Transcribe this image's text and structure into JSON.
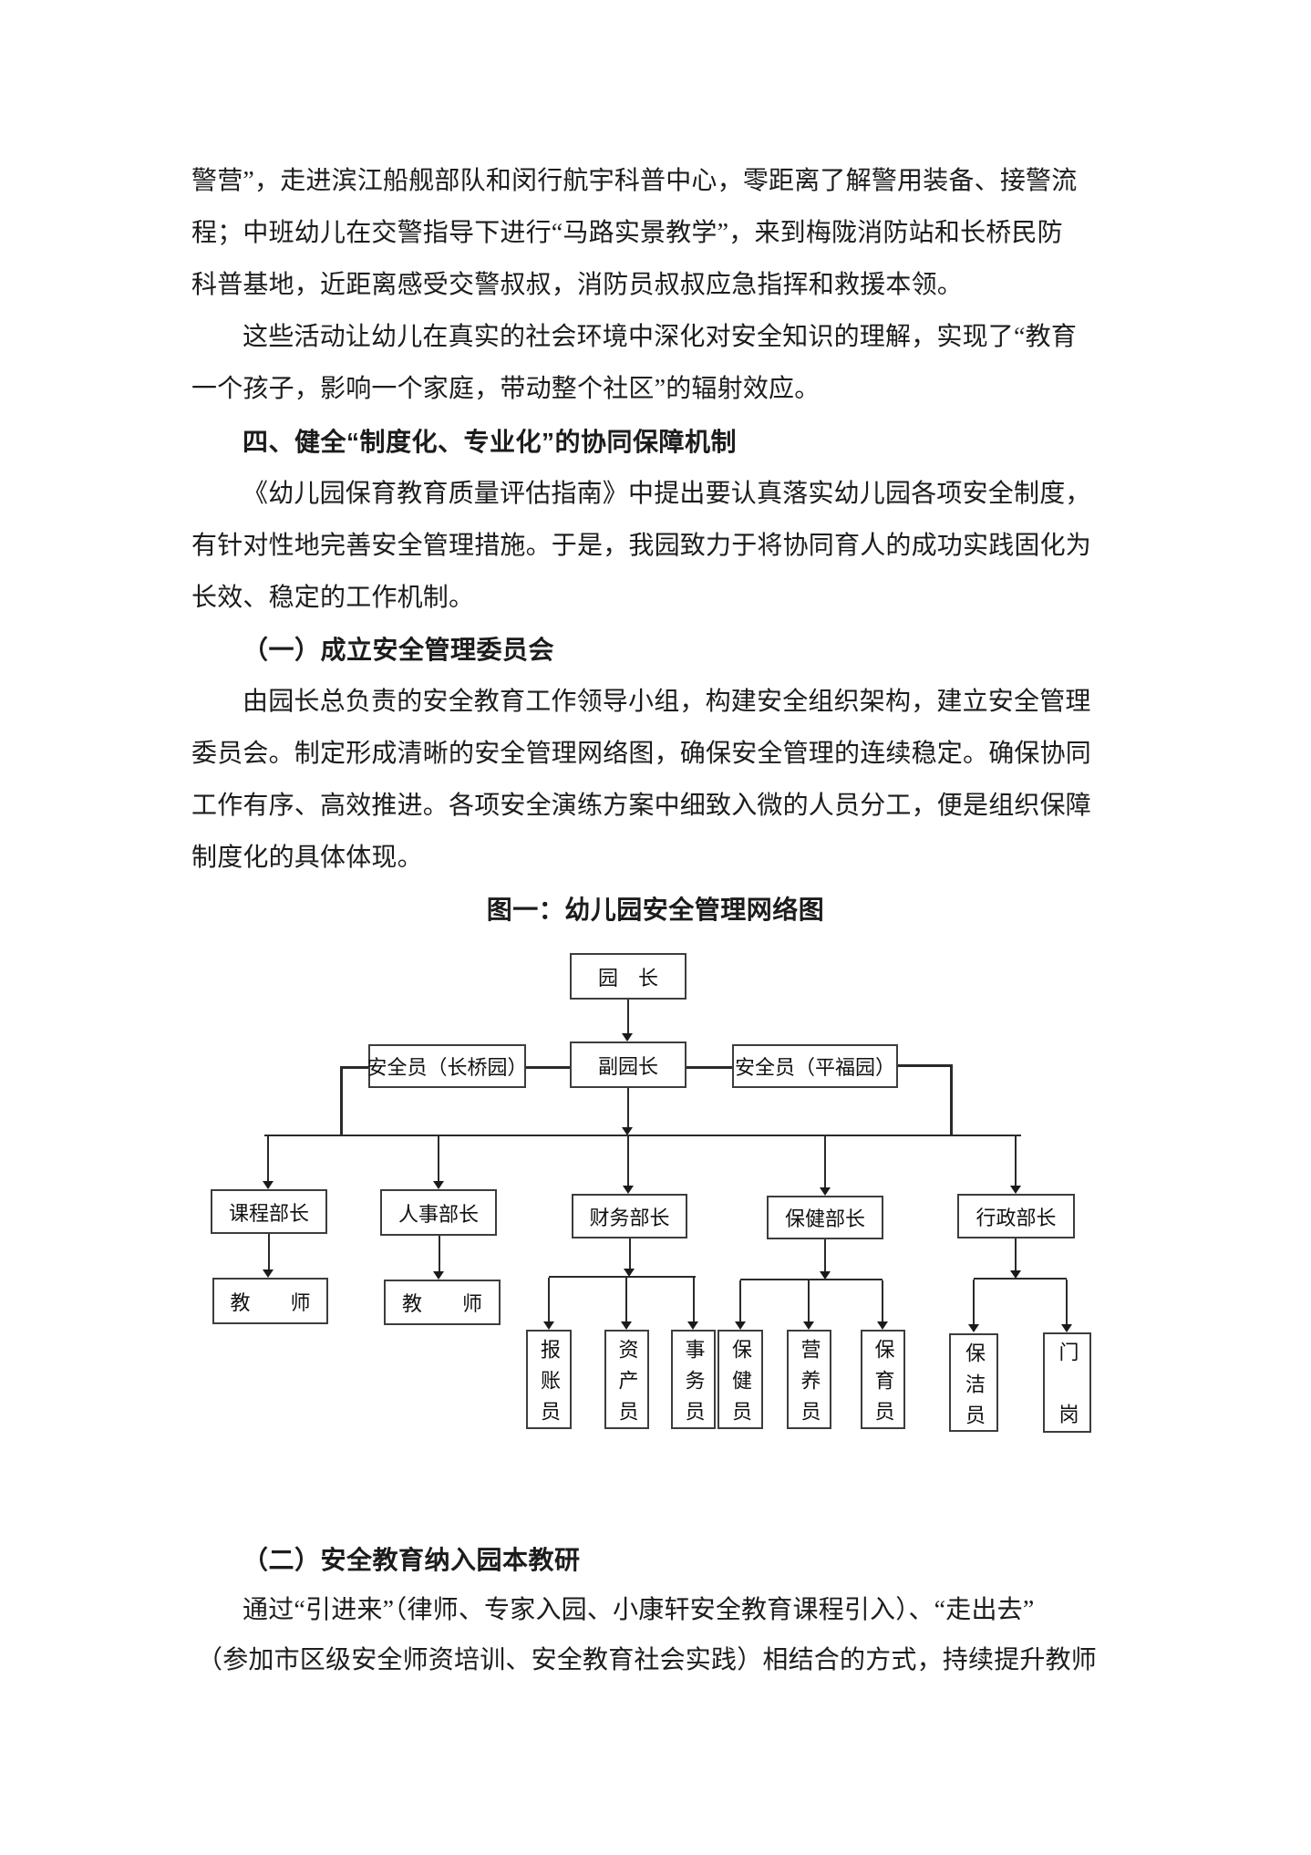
{
  "doc": {
    "lines": [
      "警营”，走进滨江船舰部队和闵行航宇科普中心，零距离了解警用装备、接警流",
      "程；中班幼儿在交警指导下进行“马路实景教学”，来到梅陇消防站和长桥民防",
      "科普基地，近距离感受交警叔叔，消防员叔叔应急指挥和救援本领。",
      "这些活动让幼儿在真实的社会环境中深化对安全知识的理解，实现了“教育",
      "一个孩子，影响一个家庭，带动整个社区”的辐射效应。",
      "四、健全“制度化、专业化”的协同保障机制",
      "《幼儿园保育教育质量评估指南》中提出要认真落实幼儿园各项安全制度，",
      "有针对性地完善安全管理措施。于是，我园致力于将协同育人的成功实践固化为",
      "长效、稳定的工作机制。",
      "（一）成立安全管理委员会",
      "由园长总负责的安全教育工作领导小组，构建安全组织架构，建立安全管理",
      "委员会。制定形成清晰的安全管理网络图，确保安全管理的连续稳定。确保协同",
      "工作有序、高效推进。各项安全演练方案中细致入微的人员分工，便是组织保障",
      "制度化的具体体现。",
      "（二）安全教育纳入园本教研",
      "通过“引进来”（律师、专家入园、小康轩安全教育课程引入）、“走出去”",
      "（参加市区级安全师资培训、安全教育社会实践）相结合的方式，持续提升教师"
    ]
  },
  "diagram": {
    "type": "org-chart",
    "title": "图一：幼儿园安全管理网络图",
    "nodes": {
      "principal": "园　长",
      "vice_principal": "副园长",
      "safety_officer_changqiao": "安全员（长桥园）",
      "safety_officer_pingfu": "安全员（平福园）",
      "curriculum_director": "课程部长",
      "hr_director": "人事部长",
      "finance_director": "财务部长",
      "health_director": "保健部长",
      "admin_director": "行政部长",
      "teacher_1": "教　　师",
      "teacher_2": "教　　师",
      "bookkeeper": "报账员",
      "asset_clerk": "资产员",
      "affairs_clerk": "事务员",
      "health_worker": "保健员",
      "nutritionist": "营养员",
      "childcare_worker": "保育员",
      "cleaner": "保洁员",
      "gate_guard": "门岗"
    },
    "edges": [
      {
        "from": "principal",
        "to": "vice_principal"
      },
      {
        "from": "vice_principal",
        "to": "safety_officer_changqiao"
      },
      {
        "from": "vice_principal",
        "to": "safety_officer_pingfu"
      },
      {
        "from": "vice_principal",
        "to": "curriculum_director"
      },
      {
        "from": "vice_principal",
        "to": "hr_director"
      },
      {
        "from": "vice_principal",
        "to": "finance_director"
      },
      {
        "from": "vice_principal",
        "to": "health_director"
      },
      {
        "from": "vice_principal",
        "to": "admin_director"
      },
      {
        "from": "curriculum_director",
        "to": "teacher_1"
      },
      {
        "from": "hr_director",
        "to": "teacher_2"
      },
      {
        "from": "finance_director",
        "to": "bookkeeper"
      },
      {
        "from": "finance_director",
        "to": "asset_clerk"
      },
      {
        "from": "finance_director",
        "to": "affairs_clerk"
      },
      {
        "from": "health_director",
        "to": "health_worker"
      },
      {
        "from": "health_director",
        "to": "nutritionist"
      },
      {
        "from": "health_director",
        "to": "childcare_worker"
      },
      {
        "from": "admin_director",
        "to": "cleaner"
      },
      {
        "from": "admin_director",
        "to": "gate_guard"
      }
    ]
  }
}
